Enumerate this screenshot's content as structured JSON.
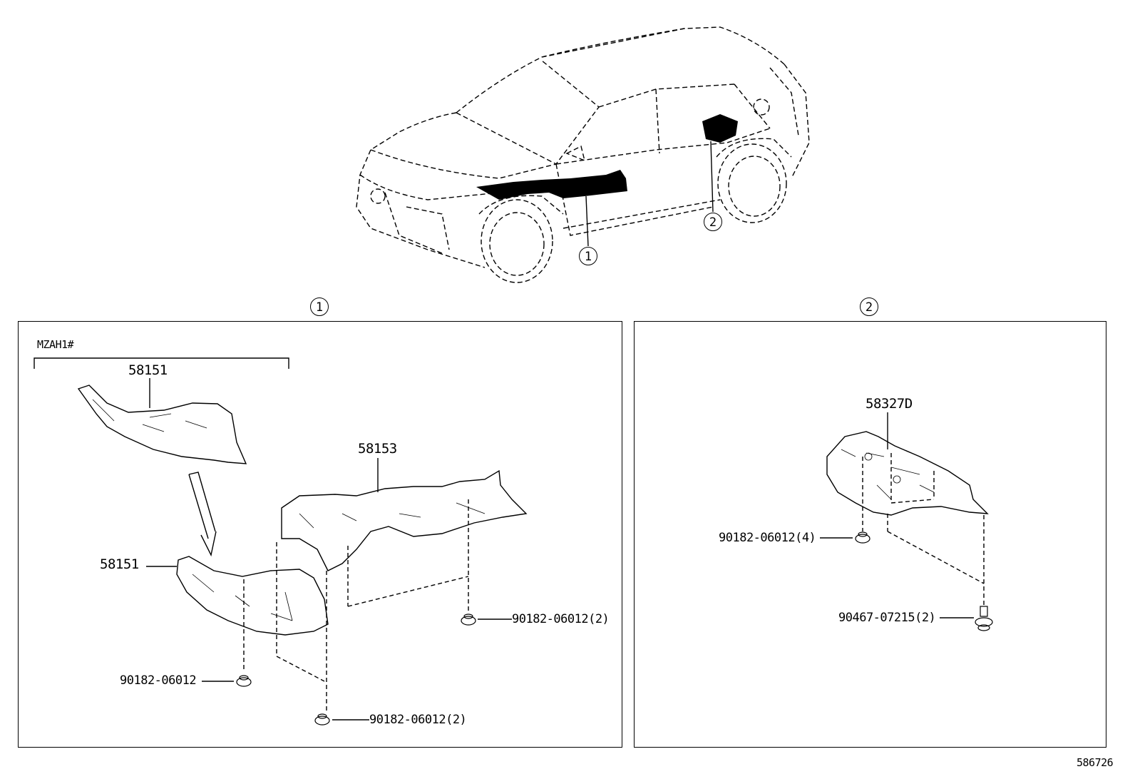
{
  "callouts": {
    "one": "1",
    "two": "2"
  },
  "panel_left": {
    "group_label": "MZAH1#",
    "part_58151_upper": "58151",
    "part_58151_lower": "58151",
    "part_58153": "58153",
    "fastener_a": "90182-06012(2)",
    "fastener_b": "90182-06012",
    "fastener_c": "90182-06012(2)"
  },
  "panel_right": {
    "part_58327d": "58327D",
    "fastener_a": "90182-06012(4)",
    "fastener_b": "90467-07215(2)"
  },
  "diagram_id": "586726"
}
